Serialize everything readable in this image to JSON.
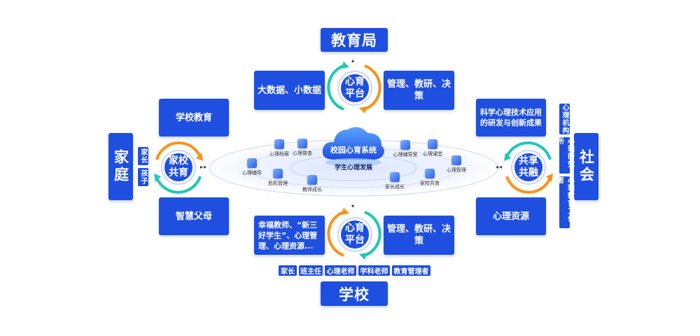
{
  "top_entity": "教育局",
  "bottom_entity": "学校",
  "left_entity": "家庭",
  "right_entity": "社会",
  "top_hub": {
    "line1": "心育",
    "line2": "平台"
  },
  "bottom_hub": {
    "line1": "心育",
    "line2": "平台"
  },
  "left_hub": {
    "line1": "家校",
    "line2": "共育"
  },
  "right_hub": {
    "line1": "共享",
    "line2": "共融"
  },
  "top_left_box": "大数据、小数据",
  "top_right_box": "管理、教研、决策",
  "bottom_left_box": "幸福教师、“新三好学生”、心理管理、心理资源...",
  "bottom_right_box": "管理、教研、决策",
  "left_top_box": "学校教育",
  "left_bottom_box": "智慧父母",
  "right_top_box": "科学心理技术应用的研发与创新成果",
  "right_bottom_box": "心理资源",
  "family_tags": [
    "家长",
    "孩子"
  ],
  "society_tags": [
    "心理机构",
    "心理研究所",
    "心理教育工作者"
  ],
  "school_roles": [
    "家长",
    "班主任",
    "心理老师",
    "学科老师",
    "教育管理者"
  ],
  "center": {
    "title": "校园心育系统",
    "subtitle": "学生心理发展"
  },
  "modules": [
    "心理档案",
    "心理普查",
    "心理辅导",
    "危机管理",
    "教师成长",
    "心理辅导室",
    "心理课堂",
    "心理管理",
    "家长成长",
    "家校共育"
  ],
  "colors": {
    "primary": "#1f4fe0",
    "arrow_teal": "#1ec8b2",
    "arrow_orange": "#f7931e"
  }
}
